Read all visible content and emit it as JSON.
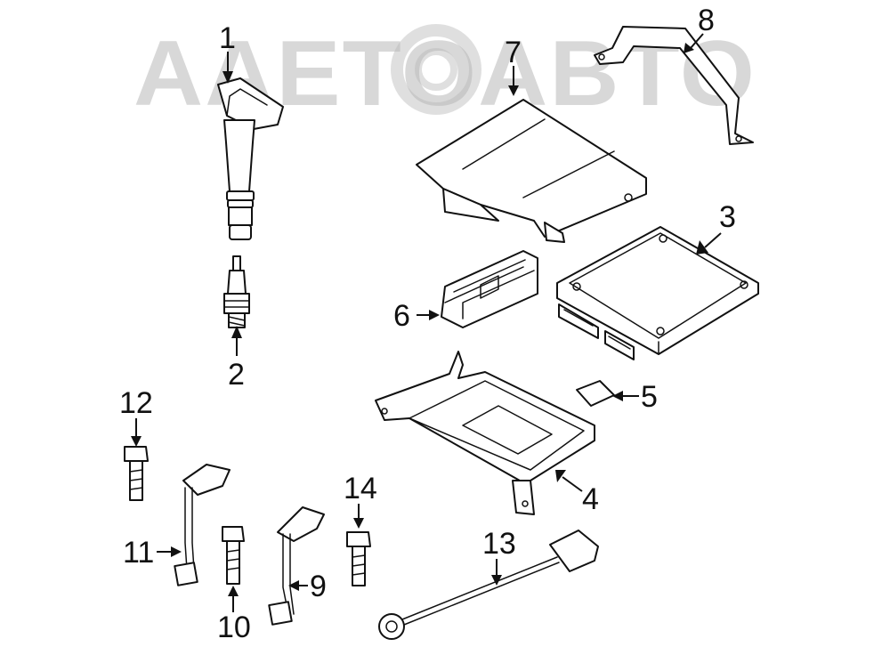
{
  "watermark": {
    "text": "AAETOABTO"
  },
  "callouts": [
    "1",
    "2",
    "3",
    "4",
    "5",
    "6",
    "7",
    "8",
    "9",
    "10",
    "11",
    "12",
    "13",
    "14"
  ]
}
